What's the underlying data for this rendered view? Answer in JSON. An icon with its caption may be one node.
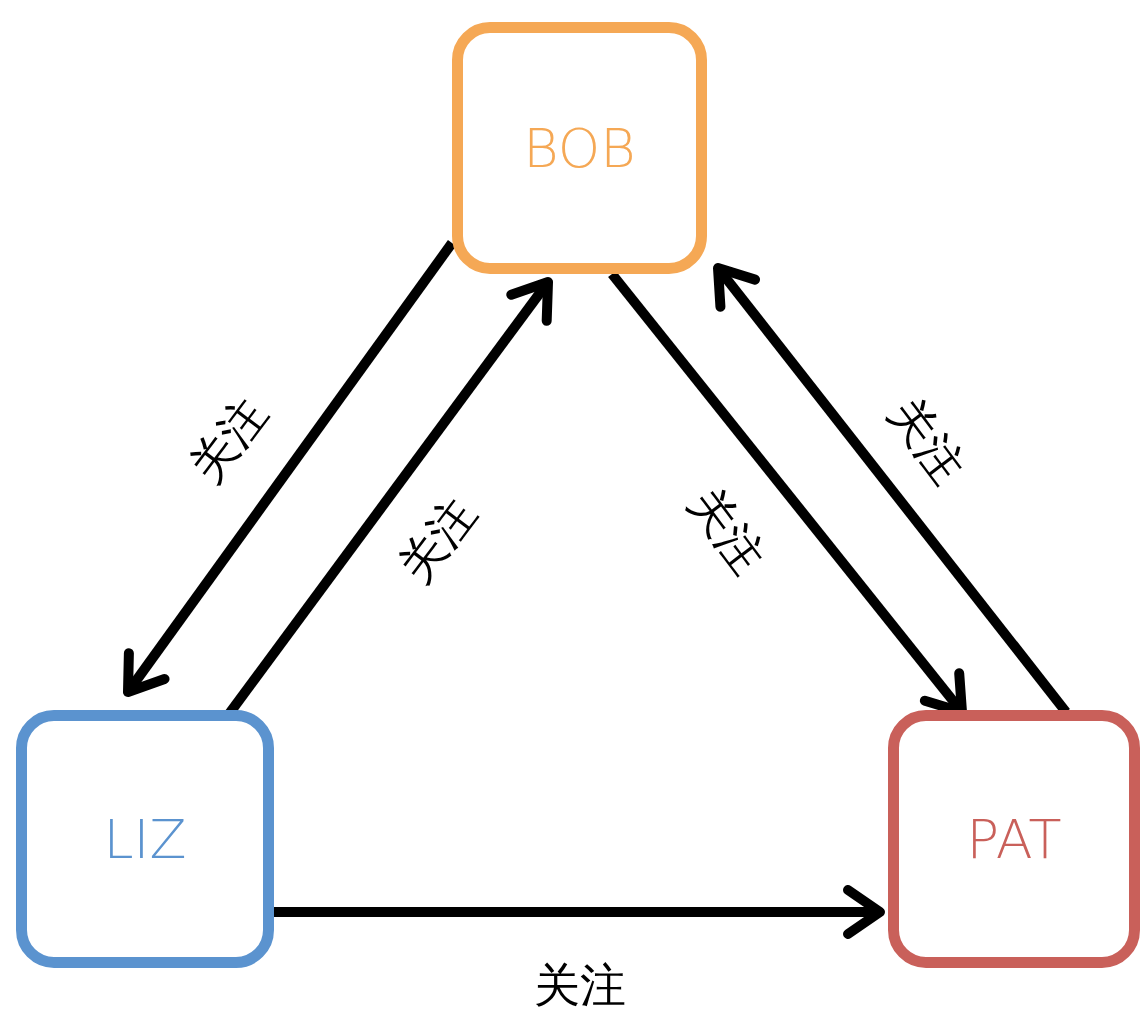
{
  "diagram": {
    "nodes": [
      {
        "text": [
          "BOB"
        ]
      },
      {
        "text": [
          "LIZ"
        ]
      },
      {
        "text": [
          "PAT"
        ]
      }
    ],
    "edges": [
      {
        "from": 0,
        "to": 1,
        "arrow": "to",
        "label": "关注"
      },
      {
        "from": 1,
        "to": 0,
        "arrow": "to",
        "label": "关注"
      },
      {
        "from": 0,
        "to": 2,
        "arrow": "to",
        "label": "关注"
      },
      {
        "from": 2,
        "to": 0,
        "arrow": "to",
        "label": "关注"
      },
      {
        "from": 1,
        "to": 2,
        "arrow": "to",
        "label": "关注"
      }
    ]
  }
}
